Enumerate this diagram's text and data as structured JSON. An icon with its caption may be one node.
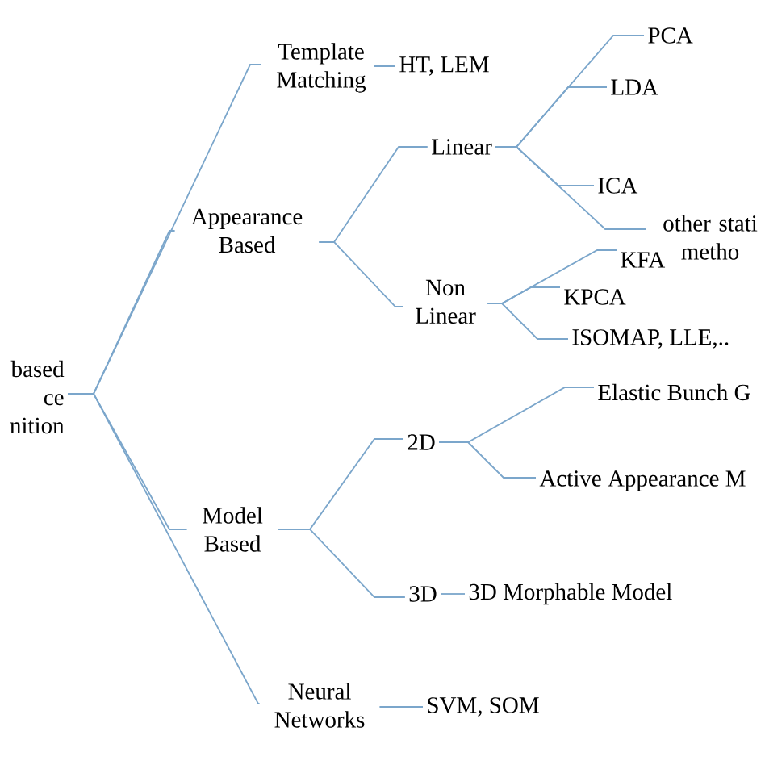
{
  "diagram": {
    "nodes": [
      {
        "text": [
          "based ce nition"
        ]
      },
      {
        "text": [
          "Template Matching"
        ]
      },
      {
        "text": [
          "HT, LEM"
        ]
      },
      {
        "text": [
          "Appearance Based"
        ]
      },
      {
        "text": [
          "Linear"
        ]
      },
      {
        "text": [
          "PCA"
        ]
      },
      {
        "text": [
          "LDA"
        ]
      },
      {
        "text": [
          "ICA"
        ]
      },
      {
        "text": [
          "other stati metho"
        ]
      },
      {
        "text": [
          "Non Linear"
        ]
      },
      {
        "text": [
          "KFA"
        ]
      },
      {
        "text": [
          "KPCA"
        ]
      },
      {
        "text": [
          "ISOMAP, LLE,.."
        ]
      },
      {
        "text": [
          "Model Based"
        ]
      },
      {
        "text": [
          "2D"
        ]
      },
      {
        "text": [
          "Elastic Bunch G"
        ]
      },
      {
        "text": [
          "Active Appearance M"
        ]
      },
      {
        "text": [
          "3D"
        ]
      },
      {
        "text": [
          "3D Morphable Model"
        ]
      },
      {
        "text": [
          "Neural Networks"
        ]
      },
      {
        "text": [
          "SVM, SOM"
        ]
      }
    ],
    "edges": [
      {
        "from": 0,
        "to": 1,
        "arrow": "none"
      },
      {
        "from": 0,
        "to": 3,
        "arrow": "none"
      },
      {
        "from": 0,
        "to": 13,
        "arrow": "none"
      },
      {
        "from": 0,
        "to": 19,
        "arrow": "none"
      },
      {
        "from": 1,
        "to": 2,
        "arrow": "none"
      },
      {
        "from": 3,
        "to": 4,
        "arrow": "none"
      },
      {
        "from": 3,
        "to": 9,
        "arrow": "none"
      },
      {
        "from": 4,
        "to": 5,
        "arrow": "none"
      },
      {
        "from": 4,
        "to": 6,
        "arrow": "none"
      },
      {
        "from": 4,
        "to": 7,
        "arrow": "none"
      },
      {
        "from": 4,
        "to": 8,
        "arrow": "none"
      },
      {
        "from": 9,
        "to": 10,
        "arrow": "none"
      },
      {
        "from": 9,
        "to": 11,
        "arrow": "none"
      },
      {
        "from": 9,
        "to": 12,
        "arrow": "none"
      },
      {
        "from": 13,
        "to": 14,
        "arrow": "none"
      },
      {
        "from": 13,
        "to": 17,
        "arrow": "none"
      },
      {
        "from": 14,
        "to": 15,
        "arrow": "none"
      },
      {
        "from": 14,
        "to": 16,
        "arrow": "none"
      },
      {
        "from": 17,
        "to": 18,
        "arrow": "none"
      },
      {
        "from": 19,
        "to": 20,
        "arrow": "none"
      }
    ]
  }
}
